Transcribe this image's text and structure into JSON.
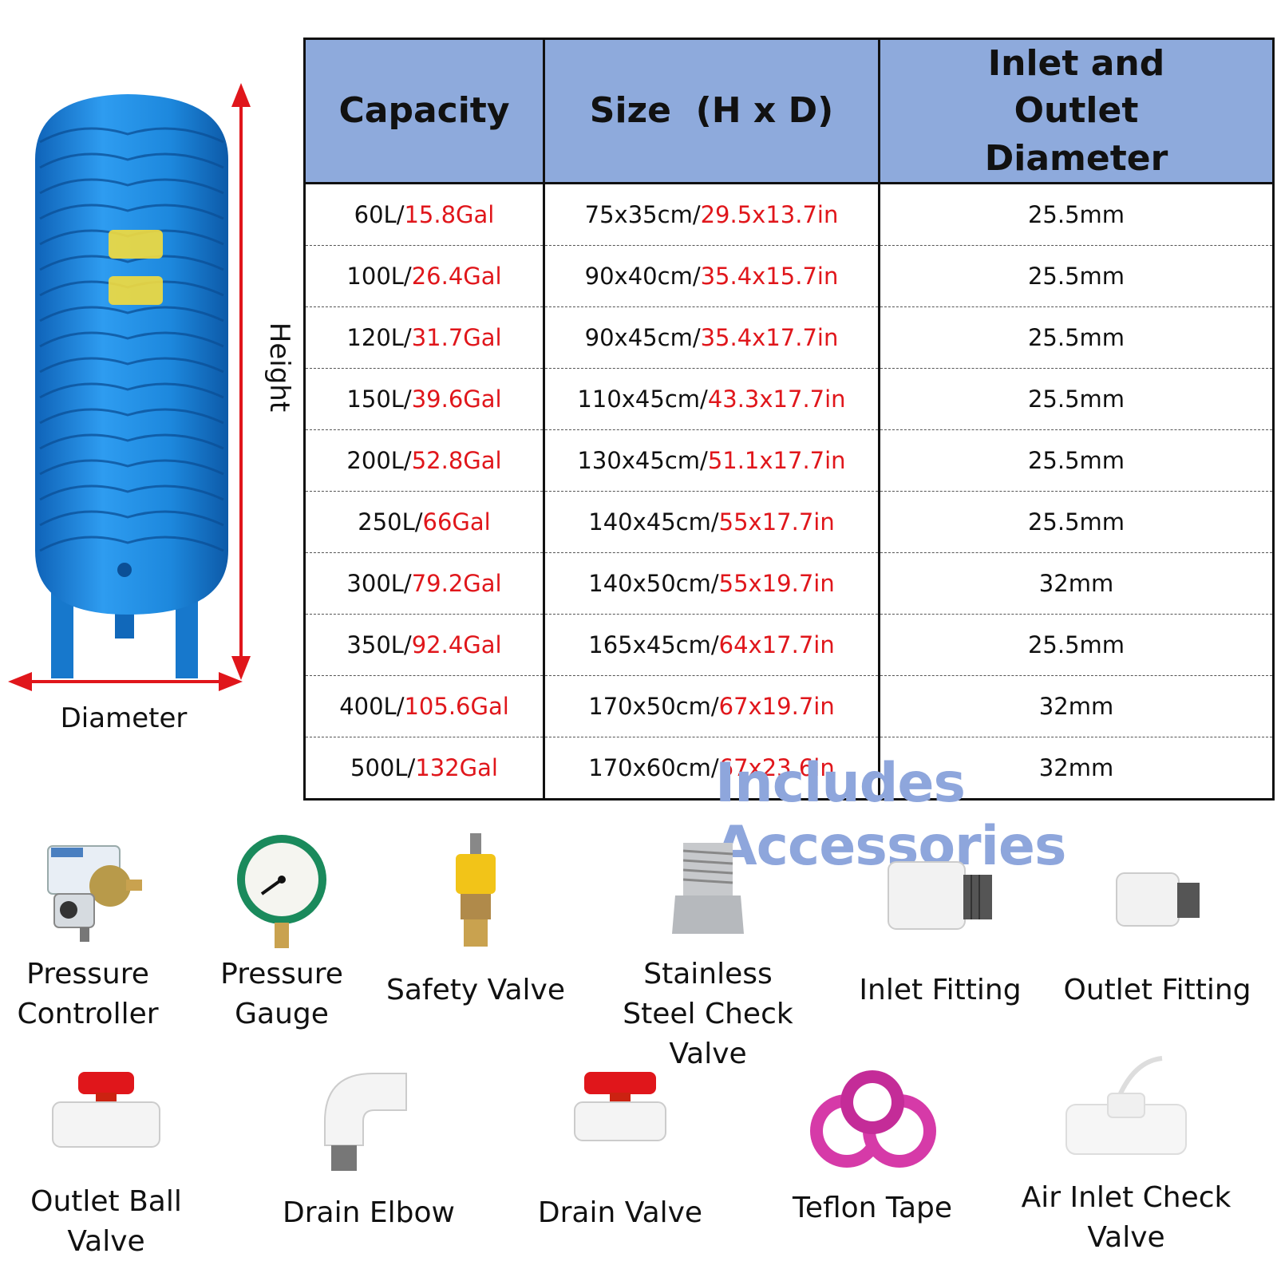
{
  "diagram": {
    "height_label": "Height",
    "diameter_label": "Diameter",
    "tank_color": "#1d88dd",
    "arrow_color": "#e0161b"
  },
  "table": {
    "headers": [
      "Capacity",
      "Size  (H x D)",
      "Inlet and Outlet Diameter"
    ],
    "header_bg": "#8eaadc",
    "rows": [
      {
        "cap_l": "60L/",
        "cap_gal": "15.8Gal",
        "size_cm": "75x35cm/",
        "size_in": "29.5x13.7in",
        "diameter": "25.5mm"
      },
      {
        "cap_l": "100L/",
        "cap_gal": "26.4Gal",
        "size_cm": "90x40cm/",
        "size_in": "35.4x15.7in",
        "diameter": "25.5mm"
      },
      {
        "cap_l": "120L/",
        "cap_gal": "31.7Gal",
        "size_cm": "90x45cm/",
        "size_in": "35.4x17.7in",
        "diameter": "25.5mm"
      },
      {
        "cap_l": "150L/",
        "cap_gal": "39.6Gal",
        "size_cm": "110x45cm/",
        "size_in": "43.3x17.7in",
        "diameter": "25.5mm"
      },
      {
        "cap_l": "200L/",
        "cap_gal": "52.8Gal",
        "size_cm": "130x45cm/",
        "size_in": "51.1x17.7in",
        "diameter": "25.5mm"
      },
      {
        "cap_l": "250L/",
        "cap_gal": "66Gal",
        "size_cm": "140x45cm/",
        "size_in": "55x17.7in",
        "diameter": "25.5mm"
      },
      {
        "cap_l": "300L/",
        "cap_gal": "79.2Gal",
        "size_cm": "140x50cm/",
        "size_in": "55x19.7in",
        "diameter": "32mm"
      },
      {
        "cap_l": "350L/",
        "cap_gal": "92.4Gal",
        "size_cm": "165x45cm/",
        "size_in": "64x17.7in",
        "diameter": "25.5mm"
      },
      {
        "cap_l": "400L/",
        "cap_gal": "105.6Gal",
        "size_cm": "170x50cm/",
        "size_in": "67x19.7in",
        "diameter": "32mm"
      },
      {
        "cap_l": "500L/",
        "cap_gal": "132Gal",
        "size_cm": "170x60cm/",
        "size_in": "67x23.6in",
        "diameter": "32mm"
      }
    ]
  },
  "accessories": {
    "title": "Includes Accessories",
    "title_color": "#8ea6dc",
    "items": [
      {
        "label": "Pressure Controller",
        "icon": "pressure-controller-icon"
      },
      {
        "label": "Pressure Gauge",
        "icon": "pressure-gauge-icon"
      },
      {
        "label": "Safety Valve",
        "icon": "safety-valve-icon"
      },
      {
        "label": "Stainless Steel Check Valve",
        "icon": "check-valve-icon"
      },
      {
        "label": "Inlet Fitting",
        "icon": "inlet-fitting-icon"
      },
      {
        "label": "Outlet Fitting",
        "icon": "outlet-fitting-icon"
      },
      {
        "label": "Outlet Ball Valve",
        "icon": "ball-valve-icon"
      },
      {
        "label": "Drain Elbow",
        "icon": "drain-elbow-icon"
      },
      {
        "label": "Drain Valve",
        "icon": "drain-valve-icon"
      },
      {
        "label": "Teflon Tape",
        "icon": "teflon-tape-icon"
      },
      {
        "label": "Air Inlet Check Valve",
        "icon": "air-check-valve-icon"
      }
    ]
  }
}
